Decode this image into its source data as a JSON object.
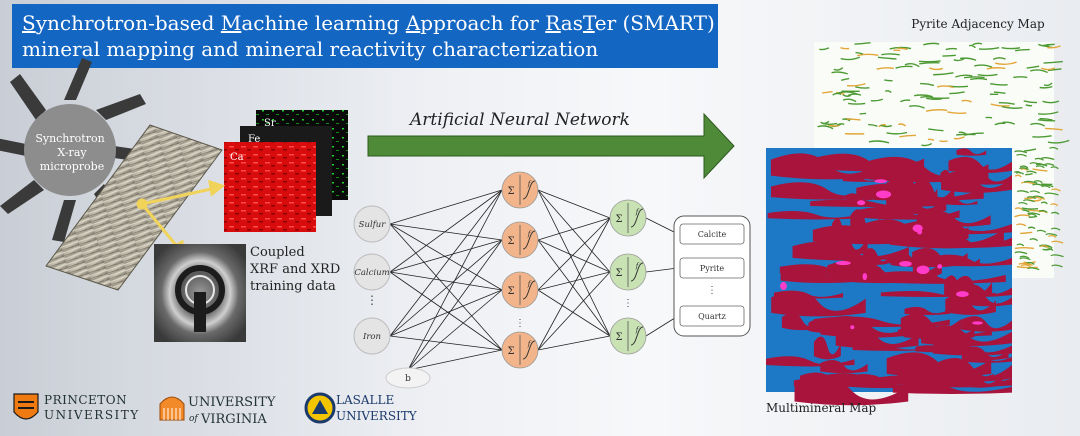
{
  "title": {
    "line1_parts": [
      {
        "u": "S",
        "t": "ynchrotron-based "
      },
      {
        "u": "M",
        "t": "achine learning "
      },
      {
        "u": "A",
        "t": "pproach for "
      },
      {
        "u": "R",
        "t": "as"
      },
      {
        "u": "T",
        "t": "er (SMART)"
      }
    ],
    "line2": "mineral mapping and mineral reactivity characterization"
  },
  "synchrotron_label": [
    "Synchrotron",
    "X-ray",
    "microprobe"
  ],
  "element_layers": [
    "Sr",
    "Fe",
    "Ca"
  ],
  "coupled_label": [
    "Coupled",
    "XRF and XRD",
    "training data"
  ],
  "ann_label": "Artificial Neural Network",
  "inputs": [
    "Sulfur",
    "Calcium",
    "⋮",
    "Iron"
  ],
  "bias_label": "b",
  "sigma_label": "Σ",
  "f_label": "f",
  "outputs": [
    "Calcite",
    "Pyrite",
    "⋮",
    "Quartz"
  ],
  "pyrite_map_label": "Pyrite Adjacency Map",
  "multimineral_map_label": "Multimineral Map",
  "logos": {
    "princeton": [
      "PRINCETON",
      "UNIVERSITY"
    ],
    "virginia": [
      "UNIVERSITY",
      "VIRGINIA"
    ],
    "virginia_of": "of",
    "lasalle": [
      "LASALLE",
      "UNIVERSITY"
    ]
  },
  "colors": {
    "title_bg": "#1466c3",
    "arrow": "#3e7a2a",
    "hidden_node": "#f2b48a",
    "output_node": "#c8e2b4",
    "input_node": "#e4e4e4",
    "map_blue": "#1d78c6",
    "map_red": "#a8143c",
    "map_pink": "#ff3cc8",
    "xrf_red": "#e01010",
    "xrf_green": "#22c030"
  }
}
